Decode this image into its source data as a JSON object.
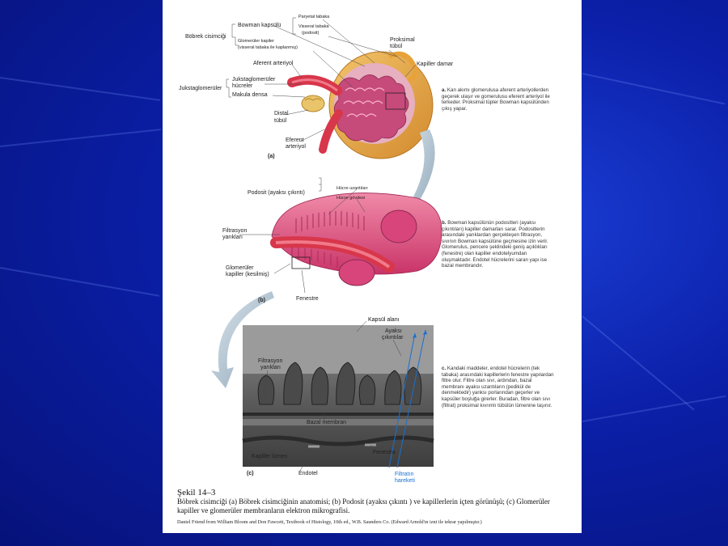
{
  "colors": {
    "slide_bg": "#0b1fa8",
    "capsule": "#e9a94a",
    "vessel": "#d8364b",
    "podocyte": "#e25a86",
    "arrow": "#9fb3c4",
    "flow": "#1a6fd0"
  },
  "panel_a": {
    "letter": "(a)",
    "labels": {
      "bowman_capsule": "Bowman kapsülü",
      "parietal": "Paryetal tabaka",
      "visceral": "Visseral tabaka",
      "podocyte_paren": "(podosit)",
      "renal_corpuscle": "Böbrek cisimciği",
      "glomerular_cap_1": "Glomerüler kapiler",
      "glomerular_cap_2": "(visseral tabaka ile kaplanmış)",
      "proximal_1": "Proksimal",
      "proximal_2": "tübül",
      "capillary": "Kapiller damar",
      "afferent": "Aferent arteriyol",
      "juxtaglomerular": "Jukstaglomerüler",
      "jg_cells_1": "Jukstaglomerüler",
      "jg_cells_2": "hücreler",
      "macula": "Makula densa",
      "distal_1": "Distal",
      "distal_2": "tübül",
      "efferent_1": "Eferent",
      "efferent_2": "arteriyol"
    },
    "desc_key": "a.",
    "desc": "Kan akımı glomerulusa aferent arteriyollerden geçerek ulaşır ve gomerulusu eferent arteriyol ile terkeder. Proksimal tüpler Bowman kapsülünden çıkış yapar."
  },
  "panel_b": {
    "letter": "(b)",
    "labels": {
      "podocyte": "Podosit (ayaksı çıkıntı)",
      "cell_process": "Hücre uzantıları",
      "cell_body": "Hücre gövdesi",
      "filtration_1": "Filtrasyon",
      "filtration_2": "yarıkları",
      "glom_cap_1": "Glomerüler",
      "glom_cap_2": "kapiller (kesilmiş)",
      "fenestra": "Fenestre"
    },
    "desc_key": "b.",
    "desc": "Bowman kapsülünün podositleri (ayaksı çıkıntıları) kapiller damarları sarar. Podositlerin arasındaki yarıklardan gerçekleşen filtrasyon, sıvının Bowman kapsülüne geçmesine izin verir. Glomerulus, pencere şeklindeki geniş açıklıkları (fenestre) olan kapiller endotelyumdan oluşmaktadır. Endotel hücrelerini saran yapı ise bazal membrandır."
  },
  "panel_c": {
    "letter": "(c)",
    "labels": {
      "capsule_space": "Kapsül alanı",
      "foot_1": "Ayaksı",
      "foot_2": "çıkıntılar",
      "filtration_1": "Filtrasyon",
      "filtration_2": "yarıkları",
      "basal": "Bazal membran",
      "fenestra": "Fenestra",
      "lumen": "Kapiller lümen",
      "endothel": "Endotel",
      "flow_1": "Filtratın",
      "flow_2": "hareketi"
    },
    "desc_key": "c.",
    "desc": "Kandaki maddeler, endotel hücrelerin (tek tabaka) arasındaki kapillerlerin fenestre yapılardan filtre olur. Filtre olan sıvı, ardından, bazal membranı ayaksı uzantıların (pedikül de denmektedir) yanksı porlarından geçerler ve kapsüler boşluğa girerler. Buradan, filtre olan sıvı (filtrat) proksimal kıvrımlı tübülün lümenine taşınır."
  },
  "caption": {
    "title": "Şekil 14–3",
    "body": "Böbrek cisimciği (a) Böbrek cisimciğinin anatomisi; (b) Podosit (ayaksı çıkıntı ) ve kapillerlerin içten görünüşü; (c) Glomerüler kapiller ve glomerüler membranların elektron mikrografisi.",
    "credit": "Daniel Friend from William Bloom and Don Fawcett, Textbook of Histology, 10th ed., W.B. Saunders Co. (Edward Arnold'ın izni ile tekrar yapılmıştır.)"
  }
}
